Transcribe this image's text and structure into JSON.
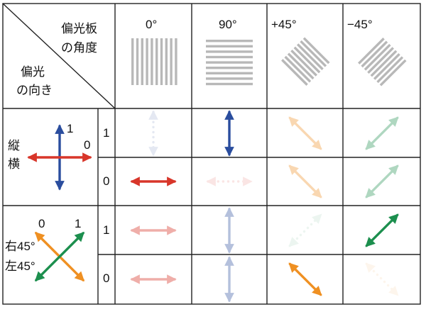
{
  "corner": {
    "top_line1": "偏光板",
    "top_line2": "の角度",
    "bottom_line1": "偏光",
    "bottom_line2": "の向き"
  },
  "filters": [
    {
      "label": "0°",
      "pattern": "vertical"
    },
    {
      "label": "90°",
      "pattern": "horizontal"
    },
    {
      "label": "+45°",
      "pattern": "diag-up"
    },
    {
      "label": "−45°",
      "pattern": "diag-down"
    }
  ],
  "groups": [
    {
      "label_line1": "縦",
      "label_line2": "横",
      "arrow_label_1": "1",
      "arrow_label_0": "0"
    },
    {
      "label_top_0": "0",
      "label_top_1": "1",
      "label_right": "右45°",
      "label_left": "左45°"
    }
  ],
  "row_values": [
    "1",
    "0",
    "1",
    "0"
  ],
  "colors": {
    "blue": "#2a4d9e",
    "red": "#d8362a",
    "orange": "#ef9022",
    "green": "#1c8f4e",
    "grid": "#222222",
    "stripe": "#b8b8b8"
  },
  "cells": [
    [
      {
        "dir": "vertical",
        "color": "blue",
        "opacity": 0.12,
        "style": "dotted"
      },
      {
        "dir": "vertical",
        "color": "blue",
        "opacity": 1.0,
        "style": "solid"
      },
      {
        "dir": "diag-down",
        "color": "orange",
        "opacity": 0.35,
        "style": "solid"
      },
      {
        "dir": "diag-up",
        "color": "green",
        "opacity": 0.35,
        "style": "solid"
      }
    ],
    [
      {
        "dir": "horizontal",
        "color": "red",
        "opacity": 1.0,
        "style": "solid"
      },
      {
        "dir": "horizontal",
        "color": "red",
        "opacity": 0.12,
        "style": "dotted"
      },
      {
        "dir": "diag-down",
        "color": "orange",
        "opacity": 0.35,
        "style": "solid"
      },
      {
        "dir": "diag-up",
        "color": "green",
        "opacity": 0.35,
        "style": "solid"
      }
    ],
    [
      {
        "dir": "horizontal",
        "color": "red",
        "opacity": 0.4,
        "style": "solid"
      },
      {
        "dir": "vertical",
        "color": "blue",
        "opacity": 0.35,
        "style": "solid"
      },
      {
        "dir": "diag-up",
        "color": "green",
        "opacity": 0.08,
        "style": "dotted"
      },
      {
        "dir": "diag-up",
        "color": "green",
        "opacity": 1.0,
        "style": "solid"
      }
    ],
    [
      {
        "dir": "horizontal",
        "color": "red",
        "opacity": 0.4,
        "style": "solid"
      },
      {
        "dir": "vertical",
        "color": "blue",
        "opacity": 0.35,
        "style": "solid"
      },
      {
        "dir": "diag-down",
        "color": "orange",
        "opacity": 1.0,
        "style": "solid"
      },
      {
        "dir": "diag-down",
        "color": "orange",
        "opacity": 0.08,
        "style": "dotted"
      }
    ]
  ]
}
